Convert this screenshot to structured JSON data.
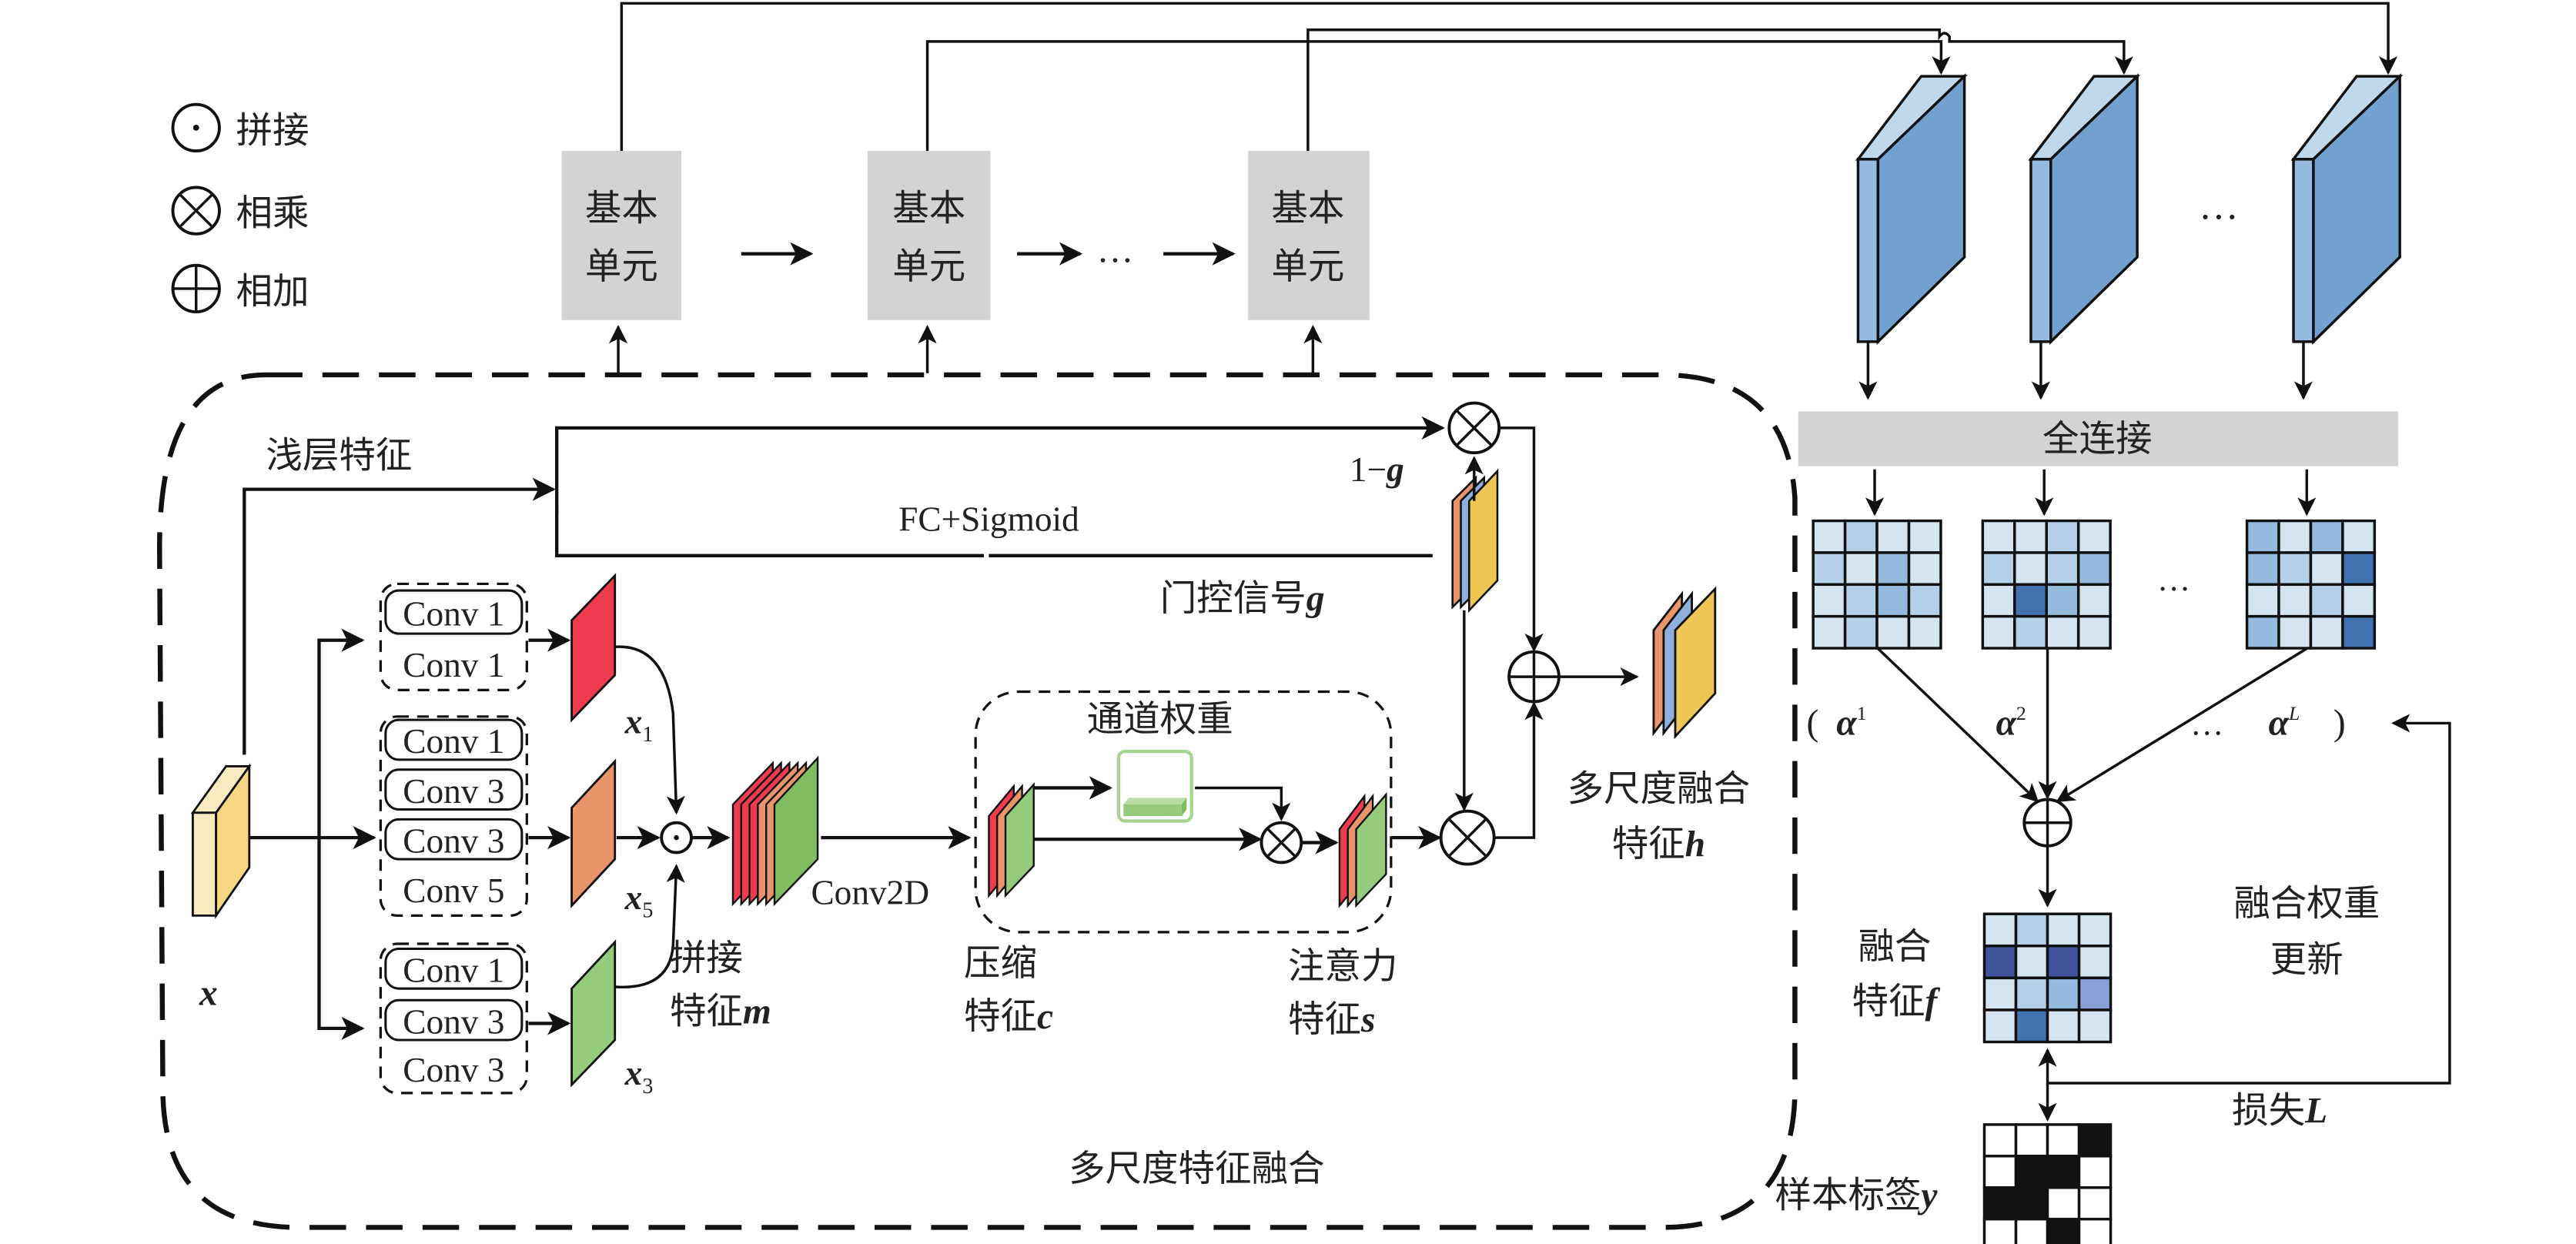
{
  "legend": [
    {
      "symbol": "concat-dot",
      "label": "拼接"
    },
    {
      "symbol": "multiply-cross",
      "label": "相乘"
    },
    {
      "symbol": "add-plus",
      "label": "相加"
    }
  ],
  "basic_units": [
    {
      "line1": "基本",
      "line2": "单元"
    },
    {
      "line1": "基本",
      "line2": "单元"
    },
    {
      "line1": "基本",
      "line2": "单元"
    }
  ],
  "ellipsis": "…",
  "fusion_block_label": "多尺度特征融合",
  "shallow_feature_label": "浅层特征",
  "fc_sigmoid_label": "FC+Sigmoid",
  "one_minus_g": {
    "prefix": "1−",
    "var": "g"
  },
  "gate_signal": {
    "prefix": "门控信号",
    "var": "g"
  },
  "input": {
    "var": "x"
  },
  "branches": [
    {
      "convs": [
        {
          "label": "Conv 1",
          "boxed": true
        },
        {
          "label": "Conv 1",
          "boxed": false
        }
      ],
      "output_var": "x",
      "output_sub": "1",
      "color": "#ee3b4e"
    },
    {
      "convs": [
        {
          "label": "Conv 1",
          "boxed": true
        },
        {
          "label": "Conv 3",
          "boxed": true
        },
        {
          "label": "Conv 3",
          "boxed": true
        },
        {
          "label": "Conv 5",
          "boxed": false
        }
      ],
      "output_var": "x",
      "output_sub": "5",
      "color": "#e8956b"
    },
    {
      "convs": [
        {
          "label": "Conv 1",
          "boxed": true
        },
        {
          "label": "Conv 3",
          "boxed": true
        },
        {
          "label": "Conv 3",
          "boxed": false
        }
      ],
      "output_var": "x",
      "output_sub": "3",
      "color": "#95cc7b"
    }
  ],
  "concat_feature": {
    "line1": "拼接",
    "line2_prefix": "特征",
    "var": "m"
  },
  "conv2d_label": "Conv2D",
  "channel_weight_label": "通道权重",
  "compressed_feature": {
    "line1": "压缩",
    "line2_prefix": "特征",
    "var": "c"
  },
  "attention_feature": {
    "line1": "注意力",
    "line2_prefix": "特征",
    "var": "s"
  },
  "fused_multiscale": {
    "line1": "多尺度融合",
    "line2_prefix": "特征",
    "var": "h"
  },
  "fully_connected_label": "全连接",
  "alpha_labels": {
    "open": "(",
    "close": ")",
    "items": [
      {
        "var": "α",
        "sup": "1"
      },
      {
        "var": "α",
        "sup": "2"
      },
      {
        "var": "α",
        "sup": "L"
      }
    ],
    "ellipsis": "…"
  },
  "fused_feature": {
    "line1": "融合",
    "line2_prefix": "特征",
    "var": "f"
  },
  "weight_update": {
    "line1": "融合权重",
    "line2": "更新"
  },
  "loss": {
    "prefix": "损失",
    "var": "L"
  },
  "sample_label": {
    "prefix": "样本标签",
    "var": "y"
  },
  "colors": {
    "L": "#d5e5f0",
    "M": "#b3d0e8",
    "MM": "#94badd",
    "D": "#4372b0",
    "DD": "#3f5499",
    "P": "#88a0d6",
    "blue_face": "#72a1d0",
    "blue_side": "#96bbe0",
    "blue_top": "#c0d8ec"
  },
  "weight_matrices": [
    [
      [
        "L",
        "M",
        "L",
        "L"
      ],
      [
        "M",
        "L",
        "MM",
        "L"
      ],
      [
        "L",
        "M",
        "MM",
        "M"
      ],
      [
        "L",
        "M",
        "L",
        "L"
      ]
    ],
    [
      [
        "L",
        "L",
        "M",
        "L"
      ],
      [
        "M",
        "L",
        "M",
        "MM"
      ],
      [
        "L",
        "D",
        "MM",
        "L"
      ],
      [
        "L",
        "M",
        "L",
        "L"
      ]
    ],
    [
      [
        "MM",
        "L",
        "MM",
        "L"
      ],
      [
        "MM",
        "M",
        "L",
        "D"
      ],
      [
        "L",
        "L",
        "M",
        "L"
      ],
      [
        "MM",
        "L",
        "L",
        "D"
      ]
    ]
  ],
  "fused_matrix": [
    [
      "L",
      "M",
      "L",
      "L"
    ],
    [
      "DD",
      "L",
      "DD",
      "L"
    ],
    [
      "L",
      "M",
      "MM",
      "P"
    ],
    [
      "L",
      "D",
      "L",
      "L"
    ]
  ],
  "label_matrix": [
    [
      0,
      0,
      0,
      1
    ],
    [
      0,
      1,
      1,
      0
    ],
    [
      1,
      1,
      0,
      0
    ],
    [
      0,
      0,
      1,
      0
    ]
  ]
}
